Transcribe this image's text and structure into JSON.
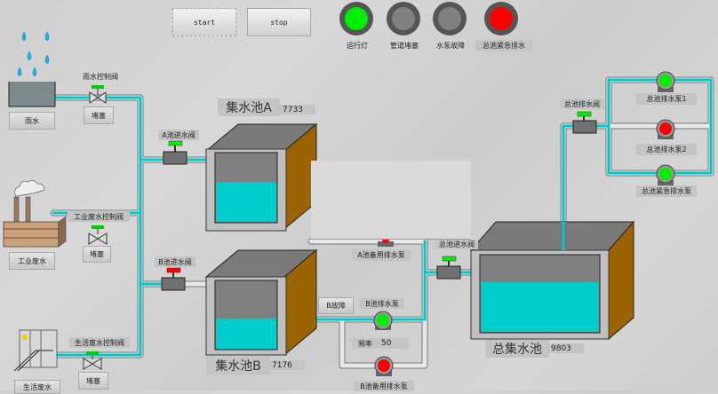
{
  "toolbar": {
    "start_label": "start",
    "stop_label": "stop"
  },
  "indicators": [
    {
      "label": "运行灯",
      "color": "#00ee00"
    },
    {
      "label": "管道堵塞",
      "color": "#808080"
    },
    {
      "label": "水泵故障",
      "color": "#808080"
    },
    {
      "label": "总池紧急排水",
      "color": "#ff0000"
    }
  ],
  "sources": {
    "rain": {
      "label": "雨水",
      "valve_label": "雨水控制阀",
      "status": "堵塞",
      "valve_color": "#00cc00"
    },
    "industrial": {
      "label": "工业废水",
      "valve_label": "工业废水控制阀",
      "status": "堵塞",
      "valve_color": "#00cc00"
    },
    "domestic": {
      "label": "生活废水",
      "valve_label": "生活废水控制阀",
      "status": "堵塞",
      "valve_color": "#00cc00"
    }
  },
  "tanks": {
    "a": {
      "title": "集水池A",
      "value": "7733",
      "inlet_valve": "A池进水阀",
      "inlet_color": "#00ee00",
      "level": 0.58
    },
    "b": {
      "title": "集水池B",
      "value": "7176",
      "inlet_valve": "B池进水阀",
      "inlet_color": "#ff0000",
      "level": 0.45
    },
    "total": {
      "title": "总集水池",
      "value": "9803",
      "inlet_valve": "总池进水阀",
      "inlet_color": "#00ee00",
      "outlet_valve": "总池排水阀",
      "outlet_color": "#00ee00",
      "level": 0.65
    }
  },
  "pumps": {
    "a_backup": {
      "label": "A池备用排水泵",
      "color": "#ff0000"
    },
    "b_main": {
      "label": "B池排水泵",
      "color": "#00ee00"
    },
    "b_backup": {
      "label": "B池备用排水泵",
      "color": "#ff0000"
    },
    "total_1": {
      "label": "总池排水泵1",
      "color": "#00ee00"
    },
    "total_2": {
      "label": "总池排水泵2",
      "color": "#ff0000"
    },
    "total_emergency": {
      "label": "总池紧急排水泵",
      "color": "#00ee00"
    }
  },
  "b_fault": {
    "label": "B故障"
  },
  "frequency": {
    "label": "频率",
    "value": "50"
  },
  "colors": {
    "water": "#00cccc",
    "tank_empty": "#808080",
    "tank_side": "#9c6400",
    "pipe": "#00c8c8"
  }
}
